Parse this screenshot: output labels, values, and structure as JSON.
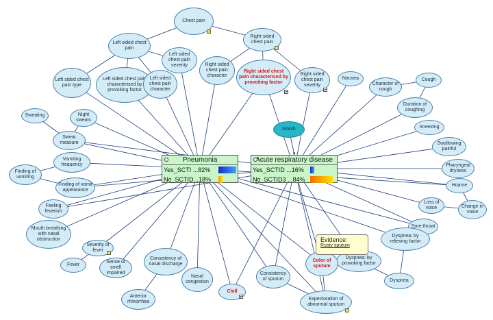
{
  "nodes": {
    "chest_pain": "Chest pain",
    "left_chest": "Left sided chest pain",
    "right_chest": "Right sided chest pain",
    "left_type": "Left sided chest pain type",
    "left_provoking": "Left sided chest pain characterised by provoking factor",
    "left_character": "Left sided chest pain character",
    "left_severity": "Left sided chest pain severity",
    "right_character": "Right sided chest pain character",
    "right_provoking": "Right sided chest pain characterised by provoking factor",
    "right_severity": "Right sided chest pain severity",
    "nausea": "Nausea",
    "character_cough": "Character of cough",
    "cough": "Cough",
    "duration_cough": "Duration of coughing",
    "sweating": "Sweating",
    "night_sweats": "Night sweats",
    "sweat_measure": "Sweat measure",
    "month": "Month",
    "sneezing": "Sneezing",
    "swallowing": "Swallowing painful",
    "vomiting_freq": "Vomiting frequency",
    "finding_vomiting": "Finding of vomiting",
    "vomit_appearance": "Finding of vomit appearance",
    "pharyngeal": "Pharyngeal dryness",
    "hoarse": "Hoarse",
    "loss_voice": "Loss of voice",
    "change_voice": "Change in voice",
    "feeling_feverish": "Feeling feverish",
    "sore_throat": "Sore throat",
    "mouth_breathing": "Mouth breathing with nasal obstruction",
    "severity_fever": "Severity of fever",
    "dyspnea_relieving": "Dyspnea: by relieving factor",
    "dyspnea_provoking": "Dyspnea: by provoking factor",
    "dyspnea": "Dyspnea",
    "fever": "Fever",
    "sense_smell": "Sense of smell impaired",
    "consistency_nasal": "Consistency of nasal discharge",
    "nasal_congestion": "Nasal congestion",
    "chill": "Chill",
    "consistency_sputum": "Consistency of sputum",
    "color_sputum": "Color of sputum",
    "anterior_rhinorrhea": "Anterior rhinorrhea",
    "expectoration": "Expectoration of abnormal sputum"
  },
  "pneumonia": {
    "title": "Pneumonia",
    "rows": [
      {
        "label": "Yes_SCTI ...82%",
        "value": 0.82
      },
      {
        "label": "No_SCTID...18%",
        "value": 0.18
      }
    ]
  },
  "ard": {
    "title": "Acute respiratory disease",
    "rows": [
      {
        "label": "Yes_SCTID ...16%",
        "value": 0.16
      },
      {
        "label": "No_SCTID3 ...84%",
        "value": 0.84
      }
    ]
  },
  "evidence": {
    "heading": "Evidence:",
    "value": "Rusty sputum"
  },
  "colors": {
    "node_fill": "#d3ecf8",
    "node_border": "#4a7fa8",
    "highlight_text": "#d81818",
    "month_fill": "#27b5c8",
    "box_fill": "#c9f5c9",
    "edge": "#1a3a7a"
  }
}
